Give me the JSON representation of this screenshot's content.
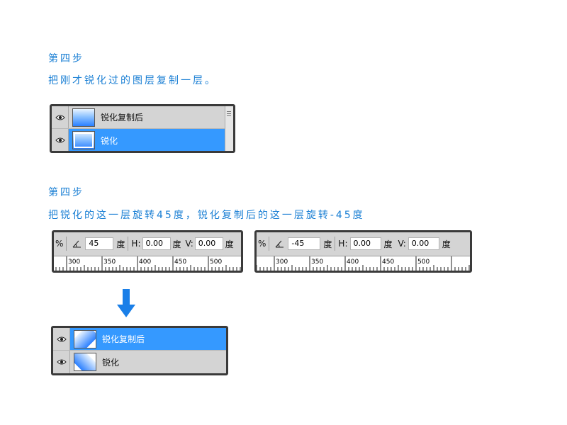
{
  "step1": {
    "title": "第四步",
    "desc": "把刚才锐化过的图层复制一层。",
    "layers": [
      {
        "name": "锐化复制后",
        "selected": false
      },
      {
        "name": "锐化",
        "selected": true
      }
    ]
  },
  "step2": {
    "title": "第四步",
    "desc": "把锐化的这一层旋转45度，锐化复制后的这一层旋转-45度",
    "toolbar_left": {
      "percent_fragment": "%",
      "angle_value": "45",
      "angle_unit": "度",
      "h_label": "H:",
      "h_value": "0.00",
      "h_unit": "度",
      "v_label": "V:",
      "v_value": "0.00",
      "v_unit": "度",
      "ruler_labels": [
        "300",
        "350",
        "400",
        "450",
        "500"
      ]
    },
    "toolbar_right": {
      "percent_fragment": "%",
      "angle_value": "-45",
      "angle_unit": "度",
      "h_label": "H:",
      "h_value": "0.00",
      "h_unit": "度",
      "v_label": "V:",
      "v_value": "0.00",
      "v_unit": "度",
      "ruler_labels": [
        "300",
        "350",
        "400",
        "450",
        "500"
      ]
    },
    "layers": [
      {
        "name": "锐化复制后",
        "selected": true
      },
      {
        "name": "锐化",
        "selected": false
      }
    ]
  },
  "icons": {
    "eye": "eye-icon",
    "angle": "angle-icon",
    "arrow": "arrow-down-icon"
  },
  "colors": {
    "accent_text": "#1a7fd4",
    "selection": "#3599ff",
    "arrow": "#1a7fe8",
    "panel_bg": "#d4d4d4",
    "panel_border": "#3a3a3a"
  }
}
